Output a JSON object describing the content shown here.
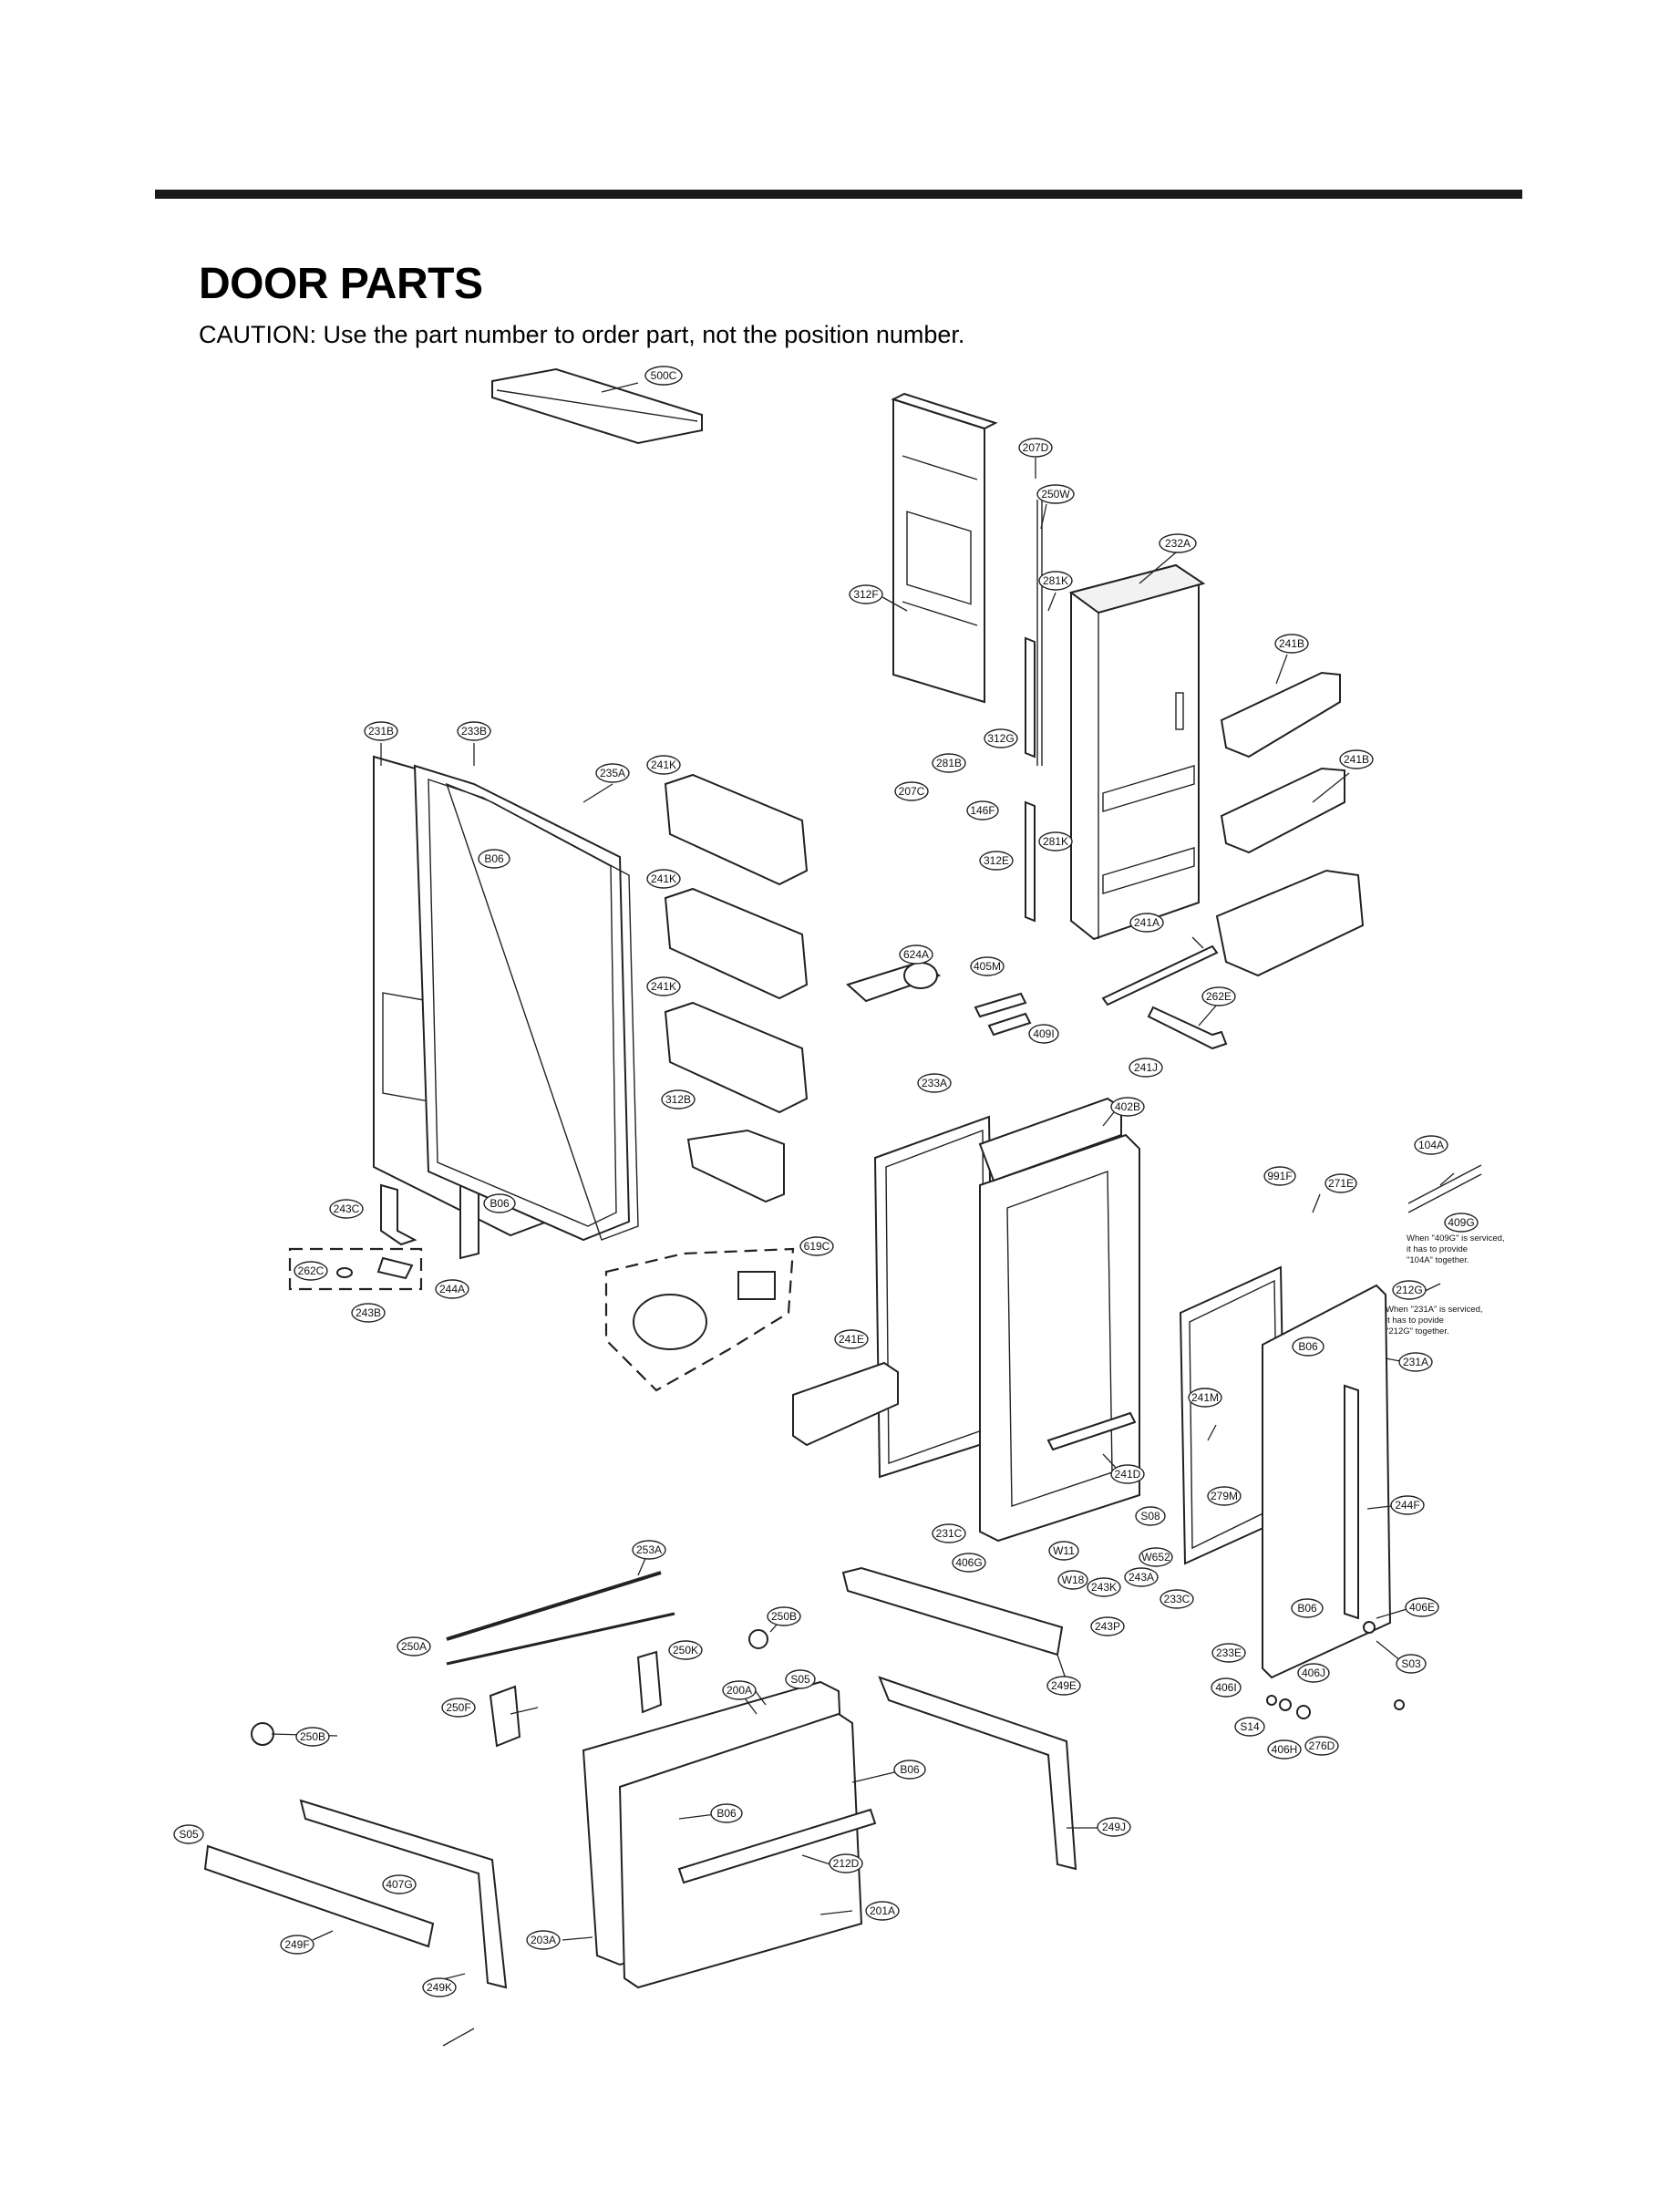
{
  "page": {
    "title": "DOOR PARTS",
    "caution": "CAUTION: Use the part number to order part, not the position number."
  },
  "callouts": [
    {
      "id": "c207D",
      "label": "207D"
    },
    {
      "id": "c250W",
      "label": "250W"
    },
    {
      "id": "c232A",
      "label": "232A"
    },
    {
      "id": "c281K_top",
      "label": "281K"
    },
    {
      "id": "c312F",
      "label": "312F"
    },
    {
      "id": "c241B_top",
      "label": "241B"
    },
    {
      "id": "c500C",
      "label": "500C"
    },
    {
      "id": "c231B",
      "label": "231B"
    },
    {
      "id": "c233B",
      "label": "233B"
    },
    {
      "id": "c235A",
      "label": "235A"
    },
    {
      "id": "c241K_1",
      "label": "241K"
    },
    {
      "id": "c312G",
      "label": "312G"
    },
    {
      "id": "c281B",
      "label": "281B"
    },
    {
      "id": "c241B_mid",
      "label": "241B"
    },
    {
      "id": "c207C",
      "label": "207C"
    },
    {
      "id": "c146F",
      "label": "146F"
    },
    {
      "id": "c281K_mid",
      "label": "281K"
    },
    {
      "id": "cB06_1",
      "label": "B06"
    },
    {
      "id": "c312E",
      "label": "312E"
    },
    {
      "id": "c241K_2",
      "label": "241K"
    },
    {
      "id": "c241A",
      "label": "241A"
    },
    {
      "id": "c624A",
      "label": "624A"
    },
    {
      "id": "c405M",
      "label": "405M"
    },
    {
      "id": "c241K_3",
      "label": "241K"
    },
    {
      "id": "c262E",
      "label": "262E"
    },
    {
      "id": "c409I",
      "label": "409I"
    },
    {
      "id": "c233A_top",
      "label": "233A"
    },
    {
      "id": "c241J",
      "label": "241J"
    },
    {
      "id": "c312B",
      "label": "312B"
    },
    {
      "id": "c402B",
      "label": "402B"
    },
    {
      "id": "c104A",
      "label": "104A"
    },
    {
      "id": "c991F",
      "label": "991F"
    },
    {
      "id": "c271E",
      "label": "271E"
    },
    {
      "id": "c243C",
      "label": "243C"
    },
    {
      "id": "cB06_2",
      "label": "B06"
    },
    {
      "id": "c409G",
      "label": "409G"
    },
    {
      "id": "c619C",
      "label": "619C"
    },
    {
      "id": "c262C",
      "label": "262C"
    },
    {
      "id": "c212G",
      "label": "212G"
    },
    {
      "id": "c244A",
      "label": "244A"
    },
    {
      "id": "c243B",
      "label": "243B"
    },
    {
      "id": "c241E",
      "label": "241E"
    },
    {
      "id": "cB06_3",
      "label": "B06"
    },
    {
      "id": "c231A",
      "label": "231A"
    },
    {
      "id": "c241M",
      "label": "241M"
    },
    {
      "id": "c241D",
      "label": "241D"
    },
    {
      "id": "c279M",
      "label": "279M"
    },
    {
      "id": "cS08",
      "label": "S08"
    },
    {
      "id": "c244F",
      "label": "244F"
    },
    {
      "id": "c231C",
      "label": "231C"
    },
    {
      "id": "c253A",
      "label": "253A"
    },
    {
      "id": "cW11",
      "label": "W11"
    },
    {
      "id": "c406G",
      "label": "406G"
    },
    {
      "id": "cW652",
      "label": "W652"
    },
    {
      "id": "cW18",
      "label": "W18"
    },
    {
      "id": "c243A",
      "label": "243A"
    },
    {
      "id": "c243K",
      "label": "243K"
    },
    {
      "id": "c233C",
      "label": "233C"
    },
    {
      "id": "cB06_4",
      "label": "B06"
    },
    {
      "id": "c406E",
      "label": "406E"
    },
    {
      "id": "c250B_mid",
      "label": "250B"
    },
    {
      "id": "c243P",
      "label": "243P"
    },
    {
      "id": "c250A",
      "label": "250A"
    },
    {
      "id": "c250K",
      "label": "250K"
    },
    {
      "id": "c233E",
      "label": "233E"
    },
    {
      "id": "cS03",
      "label": "S03"
    },
    {
      "id": "c406J",
      "label": "406J"
    },
    {
      "id": "cS05_mid",
      "label": "S05"
    },
    {
      "id": "c249E",
      "label": "249E"
    },
    {
      "id": "c406I",
      "label": "406I"
    },
    {
      "id": "c200A",
      "label": "200A"
    },
    {
      "id": "c250F",
      "label": "250F"
    },
    {
      "id": "cS14",
      "label": "S14"
    },
    {
      "id": "c406H",
      "label": "406H"
    },
    {
      "id": "c276D",
      "label": "276D"
    },
    {
      "id": "c250B_left",
      "label": "250B"
    },
    {
      "id": "cB06_5",
      "label": "B06"
    },
    {
      "id": "cB06_6",
      "label": "B06"
    },
    {
      "id": "c249J",
      "label": "249J"
    },
    {
      "id": "cS05_left",
      "label": "S05"
    },
    {
      "id": "c212D",
      "label": "212D"
    },
    {
      "id": "c407G",
      "label": "407G"
    },
    {
      "id": "c201A",
      "label": "201A"
    },
    {
      "id": "c203A",
      "label": "203A"
    },
    {
      "id": "c249F",
      "label": "249F"
    },
    {
      "id": "c249K",
      "label": "249K"
    }
  ],
  "notes": {
    "n409G": [
      "When \"409G\" is serviced,",
      "it has to provide",
      "\"104A\" together."
    ],
    "n231A": [
      "When \"231A\" is serviced,",
      "it has to povide",
      "\"212G\" together."
    ]
  }
}
